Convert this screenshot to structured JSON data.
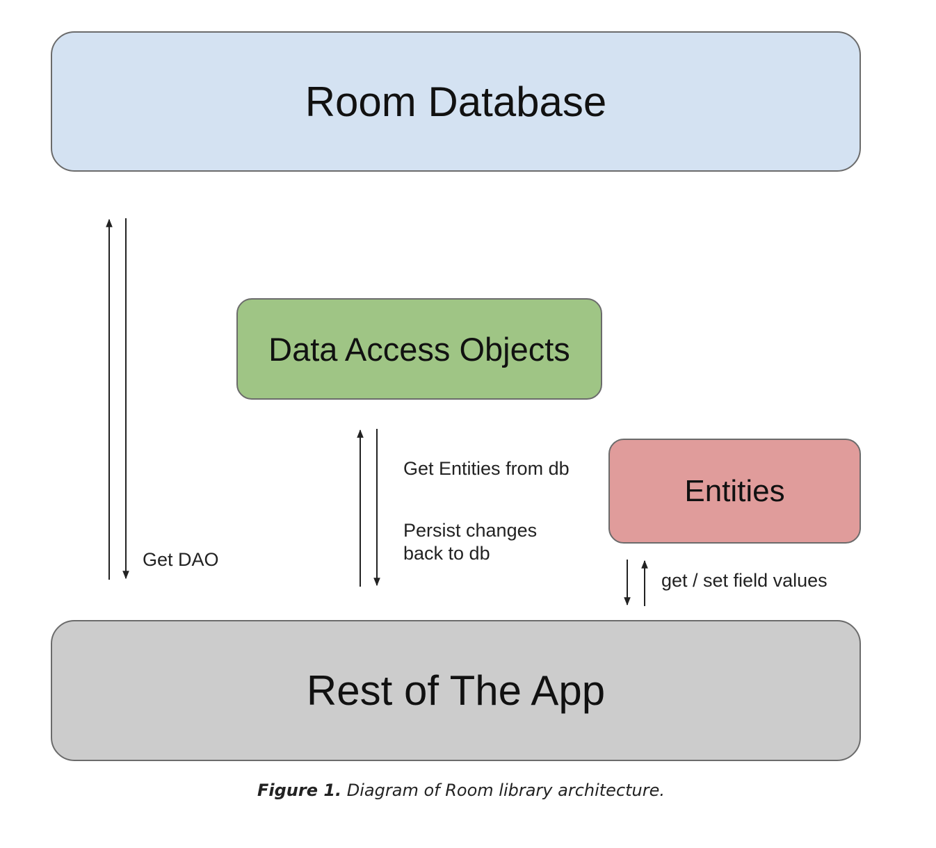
{
  "boxes": {
    "room_database": {
      "label": "Room Database",
      "color": "#d4e2f2"
    },
    "data_access_objects": {
      "label": "Data Access Objects",
      "color": "#9fc585"
    },
    "entities": {
      "label": "Entities",
      "color": "#e09c9b"
    },
    "rest_of_app": {
      "label": "Rest of The App",
      "color": "#cccccc"
    }
  },
  "arrows": {
    "get_dao": {
      "label": "Get DAO"
    },
    "dao_entities": {
      "label_get": "Get Entities from db",
      "label_persist_line1": "Persist changes",
      "label_persist_line2": "back to db"
    },
    "field_values": {
      "label": "get / set field values"
    }
  },
  "caption": {
    "figure_number": "Figure 1.",
    "text": " Diagram of Room library architecture."
  }
}
